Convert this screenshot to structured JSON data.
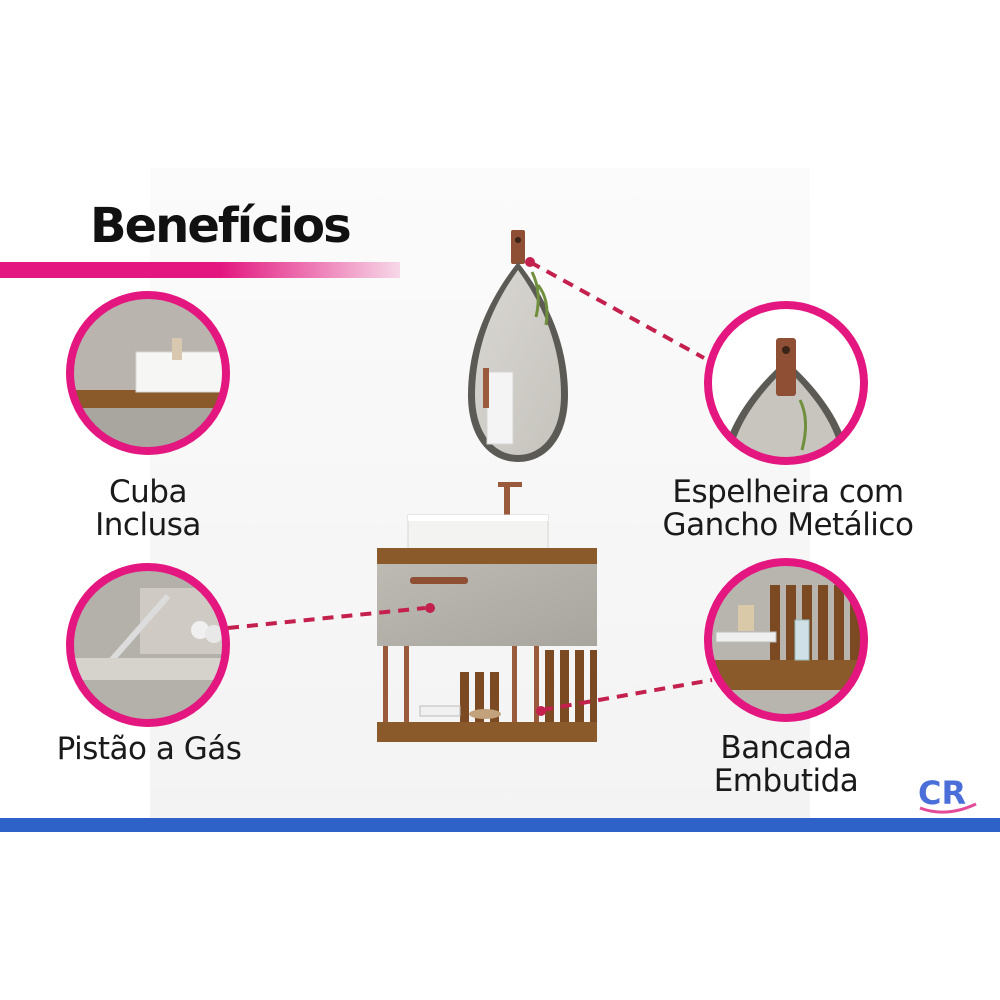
{
  "title": "Benefícios",
  "colors": {
    "accent": "#e3177f",
    "bottom_bar": "#2f62c9",
    "wood": "#8a5a2b",
    "concrete": "#b3b0aa",
    "copper": "#9a5b3d",
    "logo_blue": "#4a6fd8",
    "logo_pink": "#e44a9a"
  },
  "features": [
    {
      "name": "cuba",
      "line1": "Cuba",
      "line2": "Inclusa"
    },
    {
      "name": "pistao",
      "line1": "Pistão a Gás",
      "line2": ""
    },
    {
      "name": "espelheira",
      "line1": "Espelheira com",
      "line2": "Gancho Metálico"
    },
    {
      "name": "bancada",
      "line1": "Bancada",
      "line2": "Embutida"
    }
  ],
  "logo": {
    "text": "CR"
  }
}
